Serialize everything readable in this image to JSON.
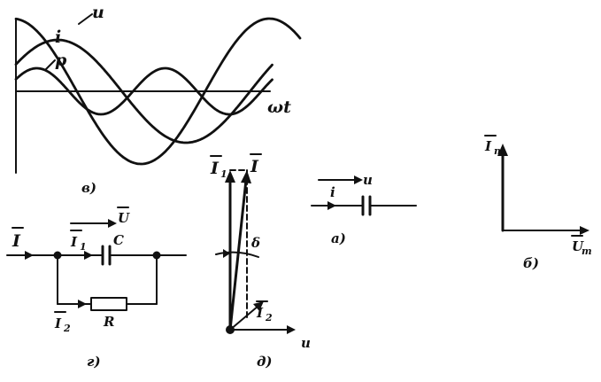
{
  "labels": {
    "wave_u": "u",
    "wave_i": "i",
    "wave_p": "p",
    "wave_axis": "ωt",
    "g_current_total": "I",
    "g_voltage": "U",
    "g_current1": "I",
    "g_current1_sub": "1",
    "g_capacitor": "C",
    "g_current2": "I",
    "g_current2_sub": "2",
    "g_resistor": "R",
    "d_current1": "I",
    "d_current1_sub": "1",
    "d_current_total": "I",
    "d_angle": "δ",
    "d_current2": "I",
    "d_current2_sub": "2",
    "d_voltage": "u",
    "a_voltage": "u",
    "a_current": "i",
    "b_current": "I",
    "b_current_sub": "m",
    "b_voltage": "U",
    "b_voltage_sub": "m"
  },
  "captions": {
    "v": "в)",
    "g": "г)",
    "d": "д)",
    "a": "а)",
    "b": "б)"
  }
}
